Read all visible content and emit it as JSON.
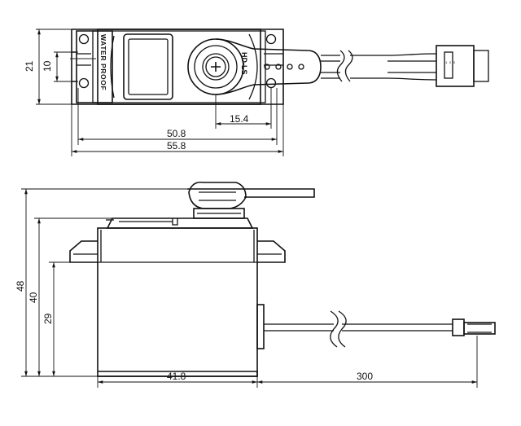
{
  "labels": {
    "case_text": "WATER PROOF",
    "model": "HD-LS"
  },
  "dimensions": {
    "height_flange": "21",
    "hole_spacing": "10",
    "shaft_offset": "15.4",
    "flange_span": "50.8",
    "overall_length": "55.8",
    "overall_height": "48",
    "case_height": "40",
    "flange_height": "29",
    "body_width": "41.8",
    "wire_length": "300"
  }
}
